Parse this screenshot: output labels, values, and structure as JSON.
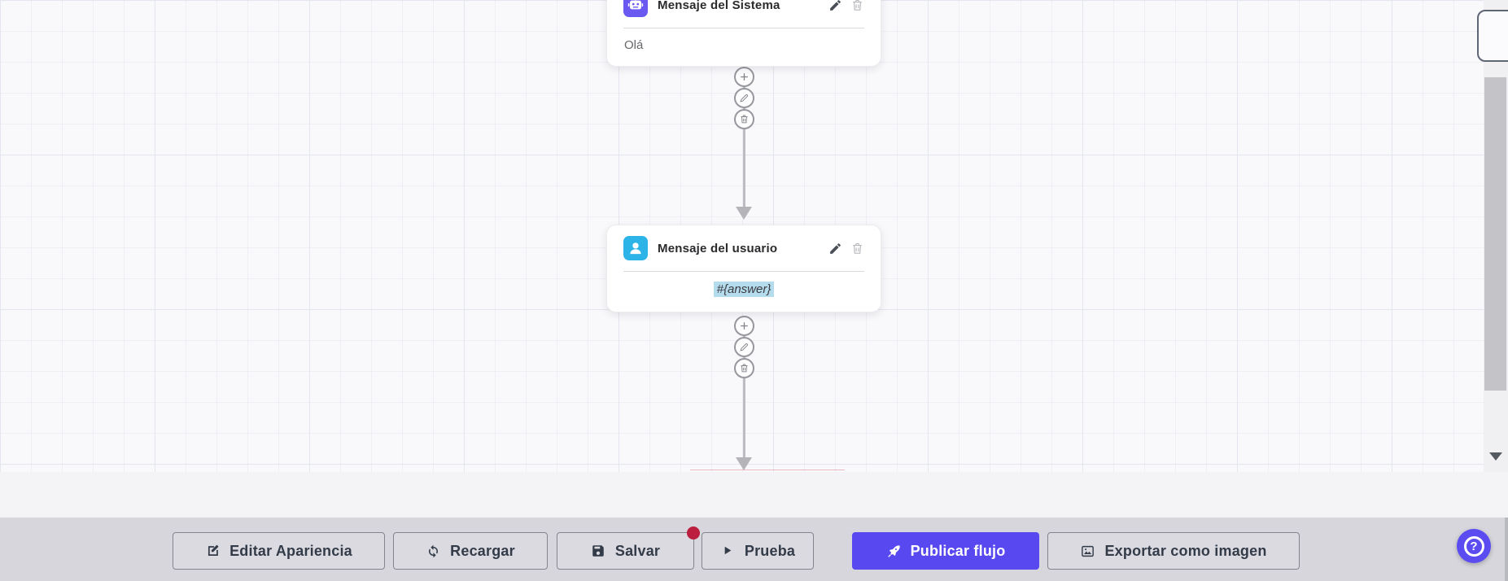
{
  "canvas": {
    "nodes": [
      {
        "title": "Mensaje del Sistema",
        "body": "Olá",
        "icon": "robot-icon",
        "accent": "#6959f0"
      },
      {
        "title": "Mensaje del usuario",
        "body": "#{answer}",
        "icon": "user-icon",
        "accent": "#2cb3e8",
        "highlight": "#b5dcec"
      }
    ],
    "node_actions": [
      {
        "icon": "pencil-icon",
        "action": "edit"
      },
      {
        "icon": "trash-icon",
        "action": "delete"
      }
    ],
    "connector_buttons": [
      {
        "icon": "plus-icon",
        "action": "add-step"
      },
      {
        "icon": "pencil-icon",
        "action": "edit-step"
      },
      {
        "icon": "trash-icon",
        "action": "delete-step"
      }
    ]
  },
  "toolbar": {
    "buttons": [
      {
        "label": "Editar Apariencia",
        "icon": "edit-appearance-icon"
      },
      {
        "label": "Recargar",
        "icon": "refresh-icon"
      },
      {
        "label": "Salvar",
        "icon": "save-icon",
        "badge": true
      },
      {
        "label": "Prueba",
        "icon": "play-icon"
      },
      {
        "label": "Publicar flujo",
        "icon": "rocket-icon",
        "primary": true
      },
      {
        "label": "Exportar como imagen",
        "icon": "image-icon"
      }
    ]
  },
  "help": {
    "label": "?"
  },
  "colors": {
    "primary_purple": "#5848f0",
    "system_accent": "#6959f0",
    "user_accent": "#2cb3e8",
    "answer_highlight": "#b5dcec",
    "badge_red": "#bb1e3f",
    "toolbar_bg": "#d6d6dc",
    "canvas_bg": "#f9f9fb"
  }
}
